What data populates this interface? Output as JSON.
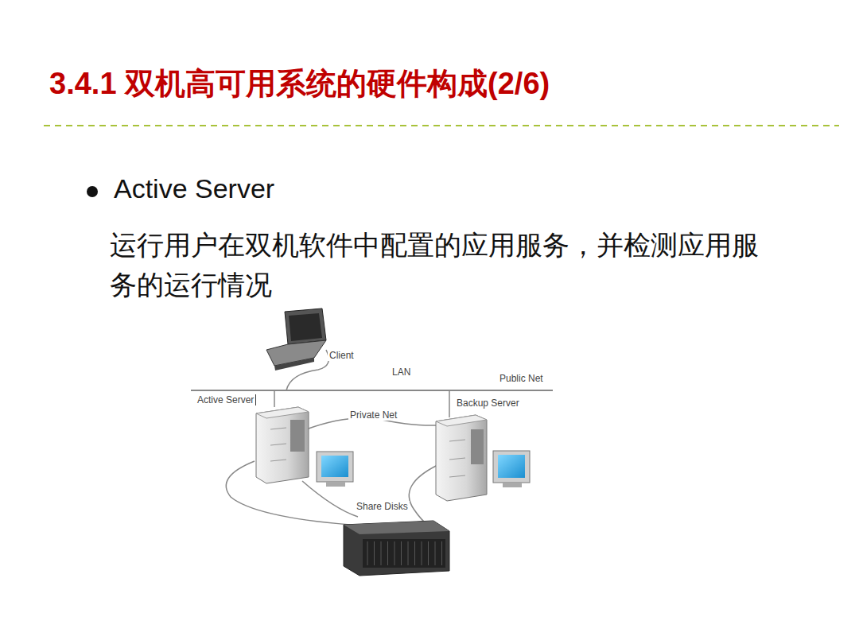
{
  "diagram": {
    "title": "3.4.1 双机高可用系统的硬件构成(2/6)",
    "labels": [
      "Active Server",
      "运行用户在双机软件中配置的应用服务，并检测应用服务的运行情况",
      "Client",
      "LAN",
      "Public Net",
      "Active Server",
      "Private Net",
      "Backup Server",
      "Share Disks"
    ]
  }
}
